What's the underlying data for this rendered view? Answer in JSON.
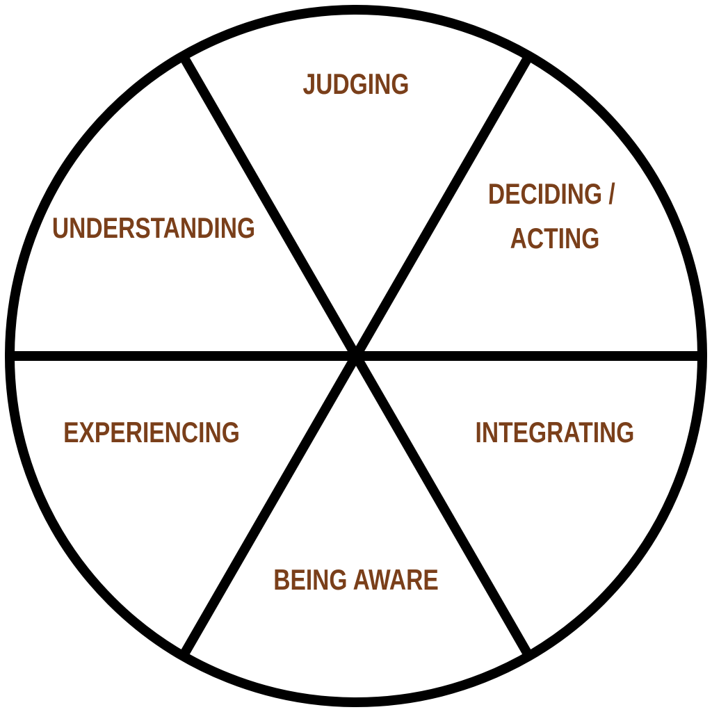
{
  "diagram": {
    "colors": {
      "label": "#7a3f1a",
      "outline": "#000000",
      "background": "#ffffff"
    },
    "segments": [
      {
        "id": "judging",
        "lines": [
          "JUDGING"
        ]
      },
      {
        "id": "deciding-acting",
        "lines": [
          "DECIDING /",
          "ACTING"
        ]
      },
      {
        "id": "integrating",
        "lines": [
          "INTEGRATING"
        ]
      },
      {
        "id": "being-aware",
        "lines": [
          "BEING AWARE"
        ]
      },
      {
        "id": "experiencing",
        "lines": [
          "EXPERIENCING"
        ]
      },
      {
        "id": "understanding",
        "lines": [
          "UNDERSTANDING"
        ]
      }
    ]
  }
}
